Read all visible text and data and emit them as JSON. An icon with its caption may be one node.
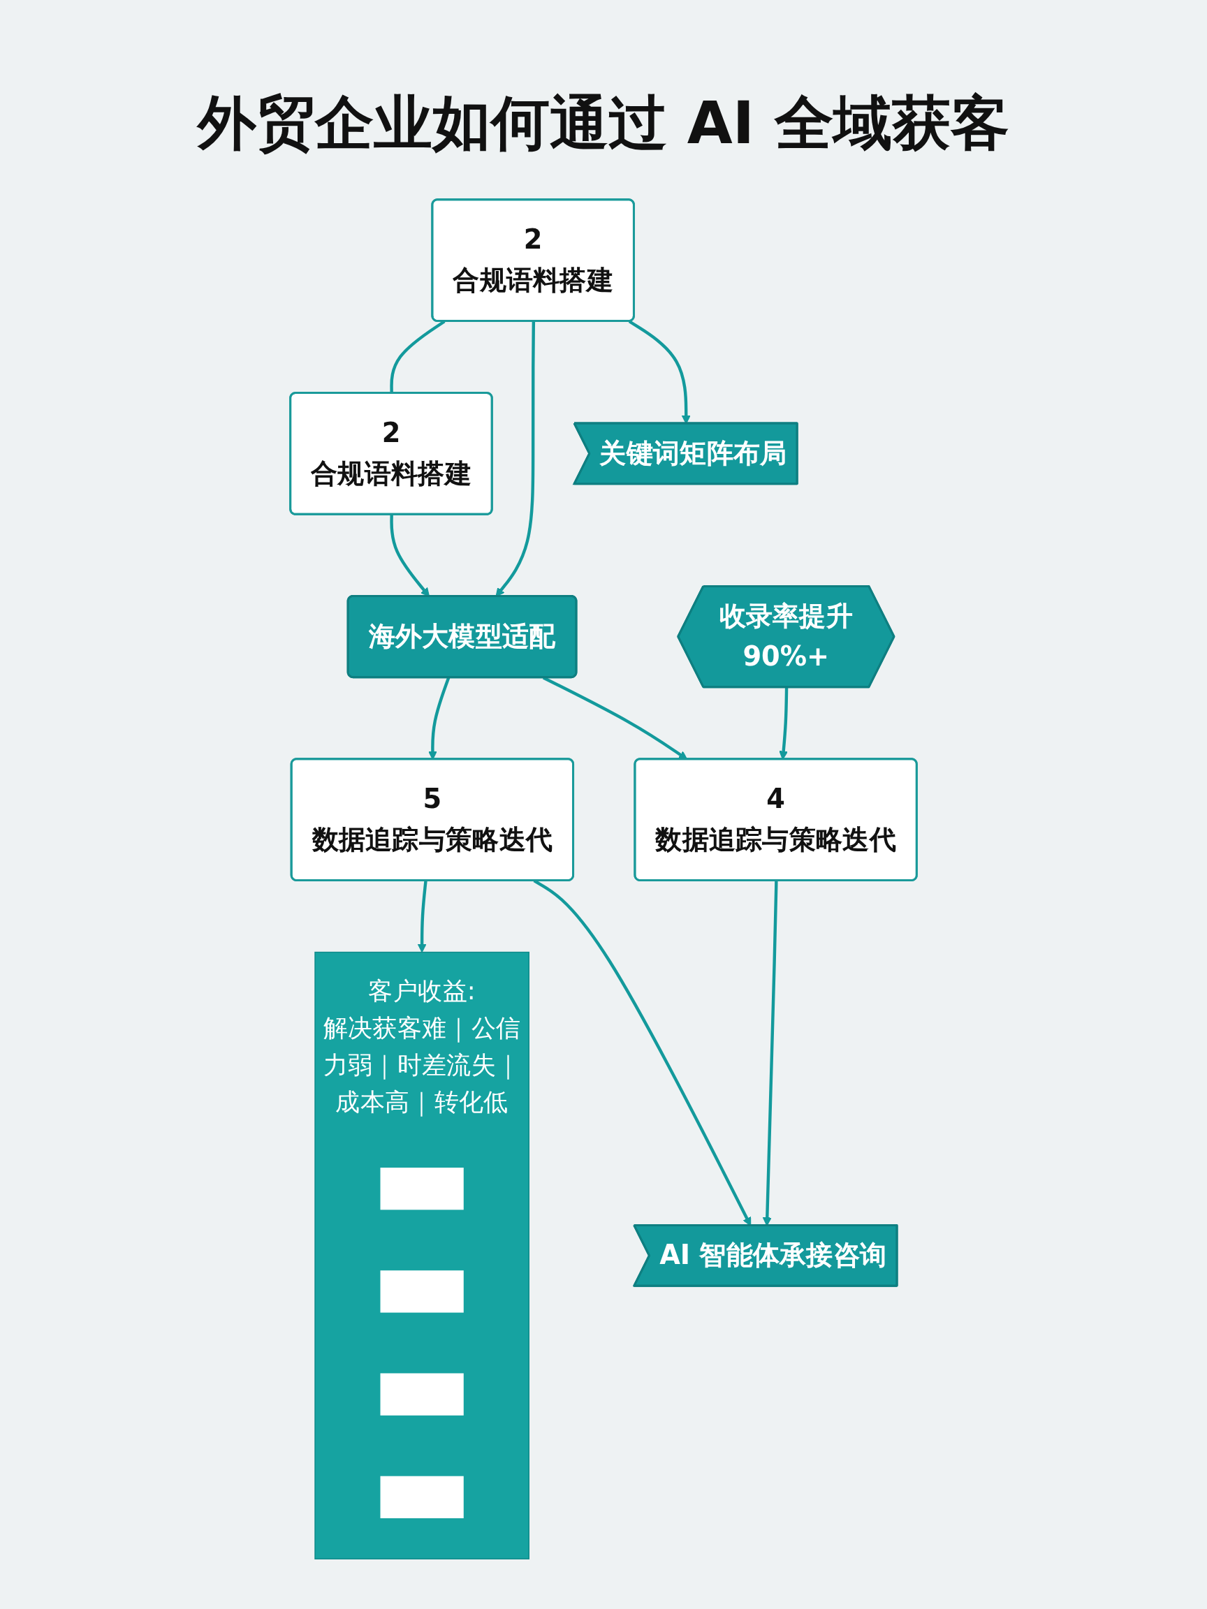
{
  "diagram": {
    "title": "外贸企业如何通过 AI 全域获客",
    "nodes": [
      {
        "text": [
          "关键词矩阵布局"
        ]
      },
      {
        "text": [
          "2",
          "合规语料搭建"
        ]
      },
      {
        "text": [
          "2",
          "合规语料搭建"
        ]
      },
      {
        "text": [
          "海外大模型适配"
        ]
      },
      {
        "text": [
          "收录率提升",
          "90%+"
        ]
      },
      {
        "text": [
          "4",
          "数据追踪与策略迭代"
        ]
      },
      {
        "text": [
          "AI 智能体承接咨询"
        ]
      },
      {
        "text": [
          "5",
          "数据追踪与策略迭代"
        ]
      },
      {
        "text": [
          "客户收益:",
          "解决获客难｜公信力弱｜时差流失｜成本高｜转化低"
        ]
      },
      {
        "text": [],
        "shape": "box",
        "in": 8
      },
      {
        "text": [],
        "shape": "box",
        "in": 8
      },
      {
        "text": [],
        "shape": "box",
        "in": 8
      },
      {
        "text": [],
        "shape": "box",
        "in": 8
      }
    ],
    "edges": [
      {
        "from": 1,
        "to": 0,
        "arrow": "to"
      },
      {
        "from": 1,
        "to": 3,
        "arrow": "to"
      },
      {
        "from": 1,
        "to": 2,
        "arrow": "none"
      },
      {
        "from": 2,
        "to": 3,
        "arrow": "to"
      },
      {
        "from": 3,
        "to": 5,
        "arrow": "to"
      },
      {
        "from": 4,
        "to": 5,
        "arrow": "to"
      },
      {
        "from": 5,
        "to": 6,
        "arrow": "to"
      },
      {
        "from": 7,
        "to": 6,
        "arrow": "to"
      },
      {
        "from": 3,
        "to": 7,
        "arrow": "to"
      },
      {
        "from": 7,
        "to": 8,
        "arrow": "to"
      }
    ]
  }
}
